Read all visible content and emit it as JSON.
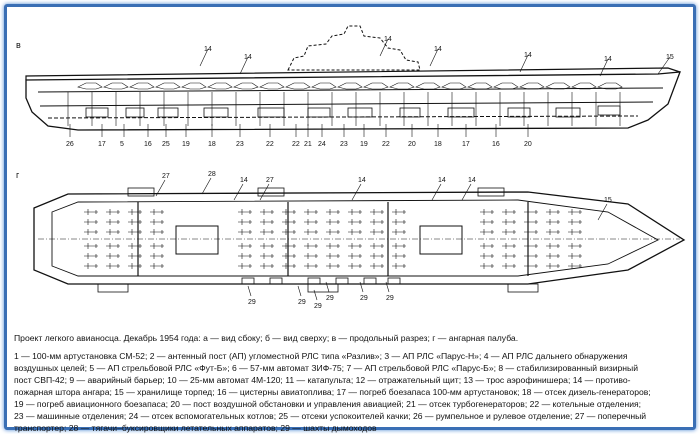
{
  "figure": {
    "view_labels": {
      "side": "в",
      "top": "г"
    },
    "side_view_callouts": [
      "14",
      "14",
      "14",
      "14",
      "14",
      "14",
      "15",
      "26",
      "17",
      "5",
      "16",
      "25",
      "19",
      "18",
      "23",
      "22",
      "22",
      "21",
      "24",
      "23",
      "19",
      "22",
      "20",
      "18",
      "17",
      "16",
      "20"
    ],
    "top_view_callouts": [
      "27",
      "28",
      "14",
      "27",
      "14",
      "14",
      "14",
      "15",
      "29",
      "29",
      "29",
      "29",
      "29",
      "29"
    ]
  },
  "caption": {
    "title": "Проект легкого авианосца. Декабрь 1954 года: а — вид сбоку; б — вид сверху; в — продольный разрез; г — ангарная палуба.",
    "legend_lines": [
      "1 — 100-мм артустановка СМ-52; 2 — антенный пост (АП) угломестной РЛС типа «Разлив»; 3 — АП РЛС «Парус-Н»; 4 — АП РЛС дальнего обнаружения",
      "воздушных целей; 5 — АП стрельбовой РЛС «Фут-Б»; 6 — 57-мм автомат ЗИФ-75; 7 — АП стрельбовой РЛС «Парус-Б»; 8 — стабилизированный визирный",
      "пост СВП-42; 9 — аварийный барьер; 10 — 25-мм автомат 4М-120; 11 — катапульта; 12 — отражательный щит; 13 — трос аэрофинишера; 14 — противо-",
      "пожарная штора ангара; 15 — хранилище торпед; 16 — цистерны авиатоплива; 17 — погреб боезапаса 100-мм артустановок; 18 — отсек дизель-генераторов;",
      "19 — погреб авиационного боезапаса; 20 — пост воздушной обстановки и управления авиацией; 21 — отсек турбогенераторов; 22 — котельные отделения;",
      "23 — машинные отделения; 24 — отсек вспомогательных котлов; 25 — отсеки успокоителей качки; 26 — румпельное и рулевое отделение; 27 — поперечный",
      "транспортер; 28 — тягачи–буксировщики летательных аппаратов; 29 — шахты дымоходов"
    ]
  }
}
